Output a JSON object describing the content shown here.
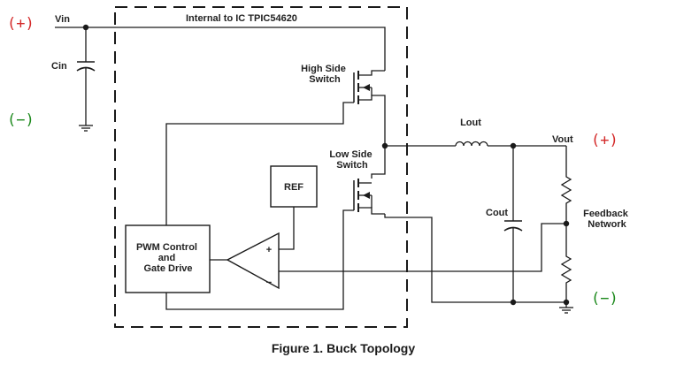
{
  "colors": {
    "wire": "#1a1a1a",
    "positive": "#d42a2a",
    "negative": "#1e8a1e"
  },
  "labels": {
    "vin": "Vin",
    "cin": "Cin",
    "ic": "Internal to IC TPIC54620",
    "high_side": [
      "High Side",
      "Switch"
    ],
    "low_side": [
      "Low Side",
      "Switch"
    ],
    "lout": "Lout",
    "vout": "Vout",
    "cout": "Cout",
    "feedback": [
      "Feedback",
      "Network"
    ],
    "ref": "REF",
    "pwm": [
      "PWM Control",
      "and",
      "Gate Drive"
    ],
    "plus": "+",
    "minus": "−",
    "caption": "Figure 1. Buck Topology"
  },
  "polarity": {
    "vin_pos": "(+)",
    "vin_neg": "(−)",
    "vout_pos": "(+)",
    "vout_neg": "(−)"
  }
}
